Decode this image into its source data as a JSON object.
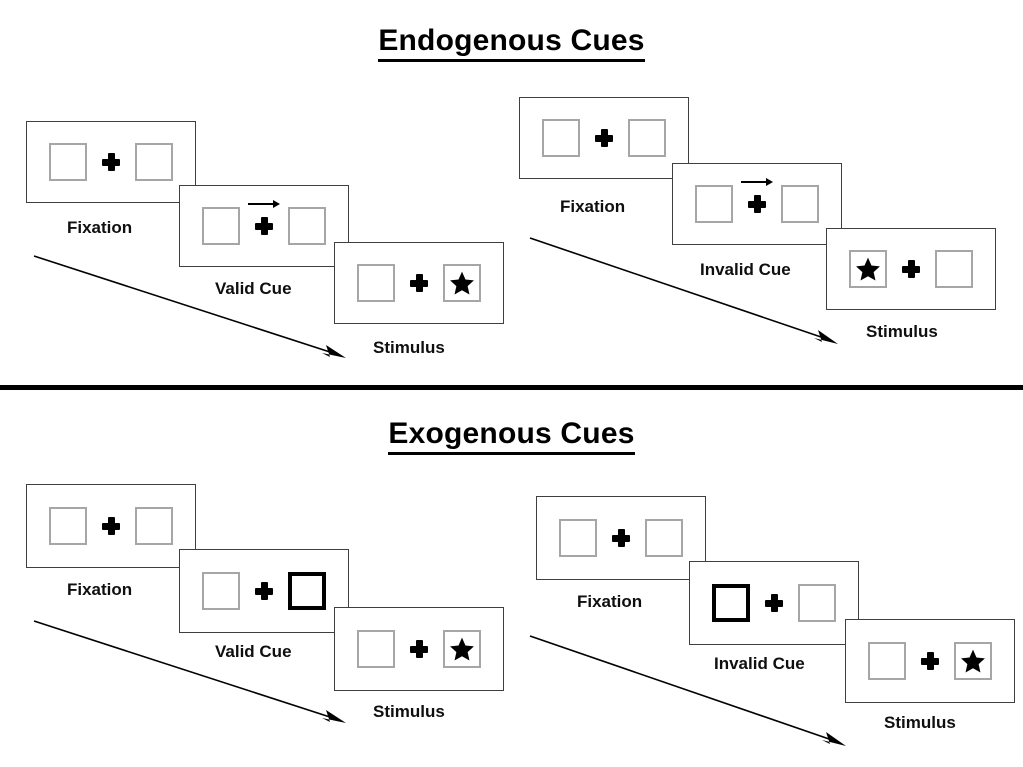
{
  "figure": {
    "type": "diagram",
    "description": "Posner cueing paradigm trial sequences for endogenous and exogenous cues"
  },
  "sections": [
    {
      "id": "endogenous",
      "title": "Endogenous Cues",
      "sequences": [
        {
          "id": "endogenous-valid",
          "cue_label": "Valid Cue",
          "frames": [
            {
              "stage": "fixation",
              "caption": "Fixation",
              "cue": "none",
              "cue_direction": "",
              "target_side": "none",
              "left_box": "empty",
              "right_box": "empty"
            },
            {
              "stage": "cue",
              "caption": "Valid Cue",
              "cue": "arrow",
              "cue_direction": "right",
              "target_side": "none",
              "left_box": "empty",
              "right_box": "empty"
            },
            {
              "stage": "stimulus",
              "caption": "Stimulus",
              "cue": "none",
              "cue_direction": "",
              "target_side": "right",
              "left_box": "empty",
              "right_box": "star"
            }
          ]
        },
        {
          "id": "endogenous-invalid",
          "cue_label": "Invalid Cue",
          "frames": [
            {
              "stage": "fixation",
              "caption": "Fixation",
              "cue": "none",
              "cue_direction": "",
              "target_side": "none",
              "left_box": "empty",
              "right_box": "empty"
            },
            {
              "stage": "cue",
              "caption": "Invalid Cue",
              "cue": "arrow",
              "cue_direction": "right",
              "target_side": "none",
              "left_box": "empty",
              "right_box": "empty"
            },
            {
              "stage": "stimulus",
              "caption": "Stimulus",
              "cue": "none",
              "cue_direction": "",
              "target_side": "left",
              "left_box": "star",
              "right_box": "empty"
            }
          ]
        }
      ]
    },
    {
      "id": "exogenous",
      "title": "Exogenous Cues",
      "sequences": [
        {
          "id": "exogenous-valid",
          "cue_label": "Valid Cue",
          "frames": [
            {
              "stage": "fixation",
              "caption": "Fixation",
              "cue": "none",
              "cue_direction": "",
              "target_side": "none",
              "left_box": "empty",
              "right_box": "empty"
            },
            {
              "stage": "cue",
              "caption": "Valid Cue",
              "cue": "box-highlight",
              "cue_direction": "right",
              "target_side": "none",
              "left_box": "empty",
              "right_box": "highlighted"
            },
            {
              "stage": "stimulus",
              "caption": "Stimulus",
              "cue": "none",
              "cue_direction": "",
              "target_side": "right",
              "left_box": "empty",
              "right_box": "star"
            }
          ]
        },
        {
          "id": "exogenous-invalid",
          "cue_label": "Invalid Cue",
          "frames": [
            {
              "stage": "fixation",
              "caption": "Fixation",
              "cue": "none",
              "cue_direction": "",
              "target_side": "none",
              "left_box": "empty",
              "right_box": "empty"
            },
            {
              "stage": "cue",
              "caption": "Invalid Cue",
              "cue": "box-highlight",
              "cue_direction": "left",
              "target_side": "none",
              "left_box": "highlighted",
              "right_box": "empty"
            },
            {
              "stage": "stimulus",
              "caption": "Stimulus",
              "cue": "none",
              "cue_direction": "",
              "target_side": "right",
              "left_box": "empty",
              "right_box": "star"
            }
          ]
        }
      ]
    }
  ],
  "icons": {
    "fixation_cross": "plus-cross-icon",
    "target": "star-icon",
    "cue_arrow": "right-arrow-icon",
    "time_arrow": "time-flow-arrow-icon"
  },
  "colors": {
    "panel_border": "#3f3f3f",
    "box_border": "#a6a6a6",
    "cued_box_border": "#000000",
    "text": "#000000",
    "divider": "#000000",
    "background": "#ffffff"
  }
}
